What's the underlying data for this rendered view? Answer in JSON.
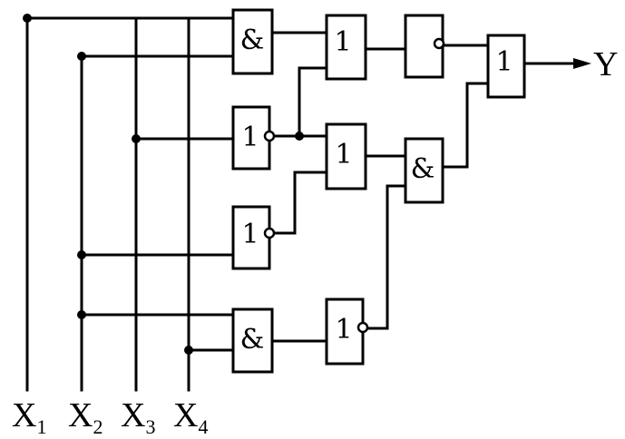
{
  "inputs": [
    {
      "id": "x1",
      "name": "X",
      "sub": "1"
    },
    {
      "id": "x2",
      "name": "X",
      "sub": "2"
    },
    {
      "id": "x3",
      "name": "X",
      "sub": "3"
    },
    {
      "id": "x4",
      "name": "X",
      "sub": "4"
    }
  ],
  "output": {
    "label": "Y"
  },
  "gates": {
    "and_top": {
      "symbol": "&"
    },
    "or_top": {
      "symbol": "1"
    },
    "not_top": {
      "symbol": ""
    },
    "or_out": {
      "symbol": "1"
    },
    "nor_1": {
      "symbol": "1"
    },
    "or_mid": {
      "symbol": "1"
    },
    "and_mid": {
      "symbol": "&"
    },
    "nor_2": {
      "symbol": "1"
    },
    "and_low": {
      "symbol": "&"
    },
    "nor_3": {
      "symbol": "1"
    }
  }
}
